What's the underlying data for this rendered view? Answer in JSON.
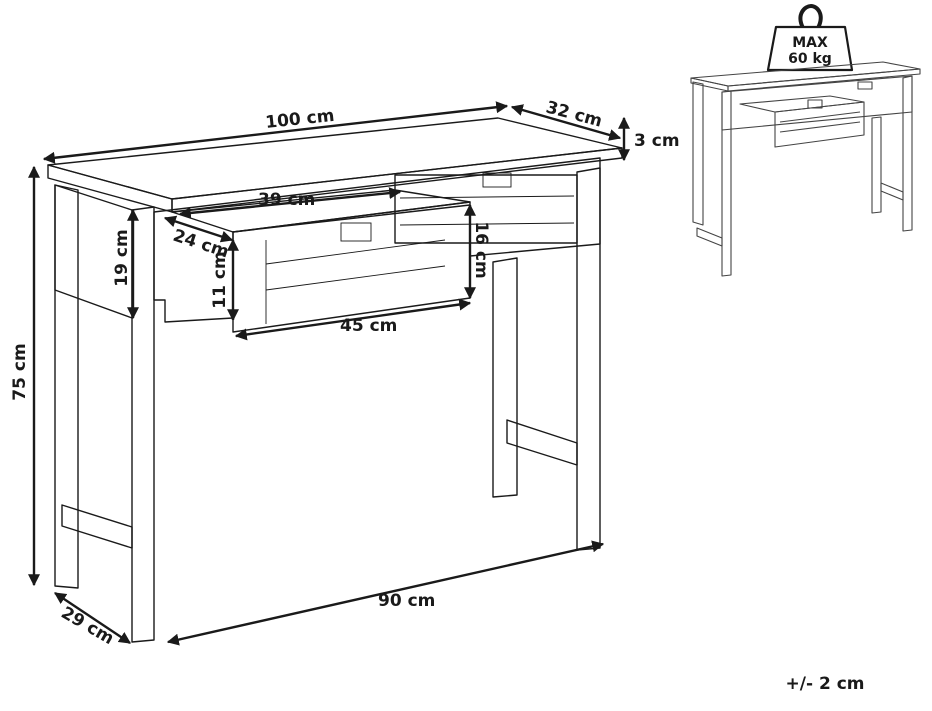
{
  "dimensions": {
    "width_top": "100 cm",
    "depth_top": "32 cm",
    "thickness_top": "3 cm",
    "height_total": "75 cm",
    "height_apron": "19 cm",
    "width_drawer_back": "39 cm",
    "depth_drawer": "24 cm",
    "height_drawer": "11 cm",
    "width_drawer_front": "45 cm",
    "height_drawer_front": "16 cm",
    "width_between_legs": "90 cm",
    "depth_legs": "29 cm"
  },
  "load": {
    "line1": "MAX",
    "line2": "60 kg"
  },
  "tolerance": "+/- 2 cm"
}
